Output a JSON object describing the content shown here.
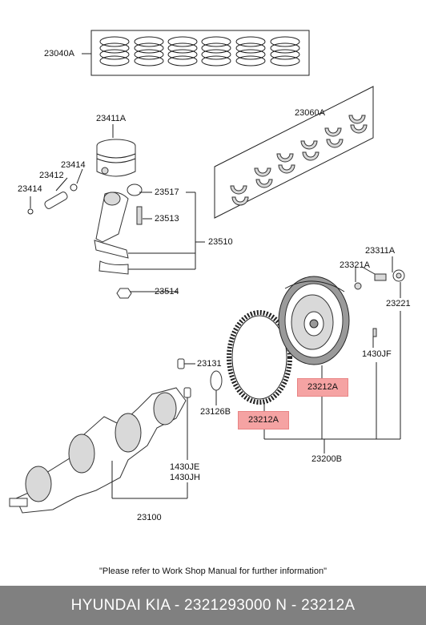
{
  "labels": {
    "rings": "23040A",
    "bearings": "23060A",
    "piston": "23411A",
    "pin_clip_a": "23414",
    "pin": "23412",
    "pin_clip_b": "23414",
    "rod_bush": "23517",
    "rod_bolt": "23513",
    "rod_assy": "23510",
    "rod_nut": "23514",
    "fw_bolt": "23311A",
    "fw_washer": "23321A",
    "fw_bearing": "23221",
    "dowel_jf": "1430JF",
    "pin_23131": "23131",
    "seal": "23126B",
    "pin_je": "1430JE",
    "pin_jh": "1430JH",
    "crankshaft": "23100",
    "flywheel_assy": "23200B"
  },
  "highlights": {
    "flywheel": "23212A",
    "ring_gear": "23212A"
  },
  "highlight_color": "#f5a3a3",
  "note": "\"Please refer to Work Shop Manual for further information\"",
  "footer": "HYUNDAI  KIA - 2321293000      N - 23212A"
}
